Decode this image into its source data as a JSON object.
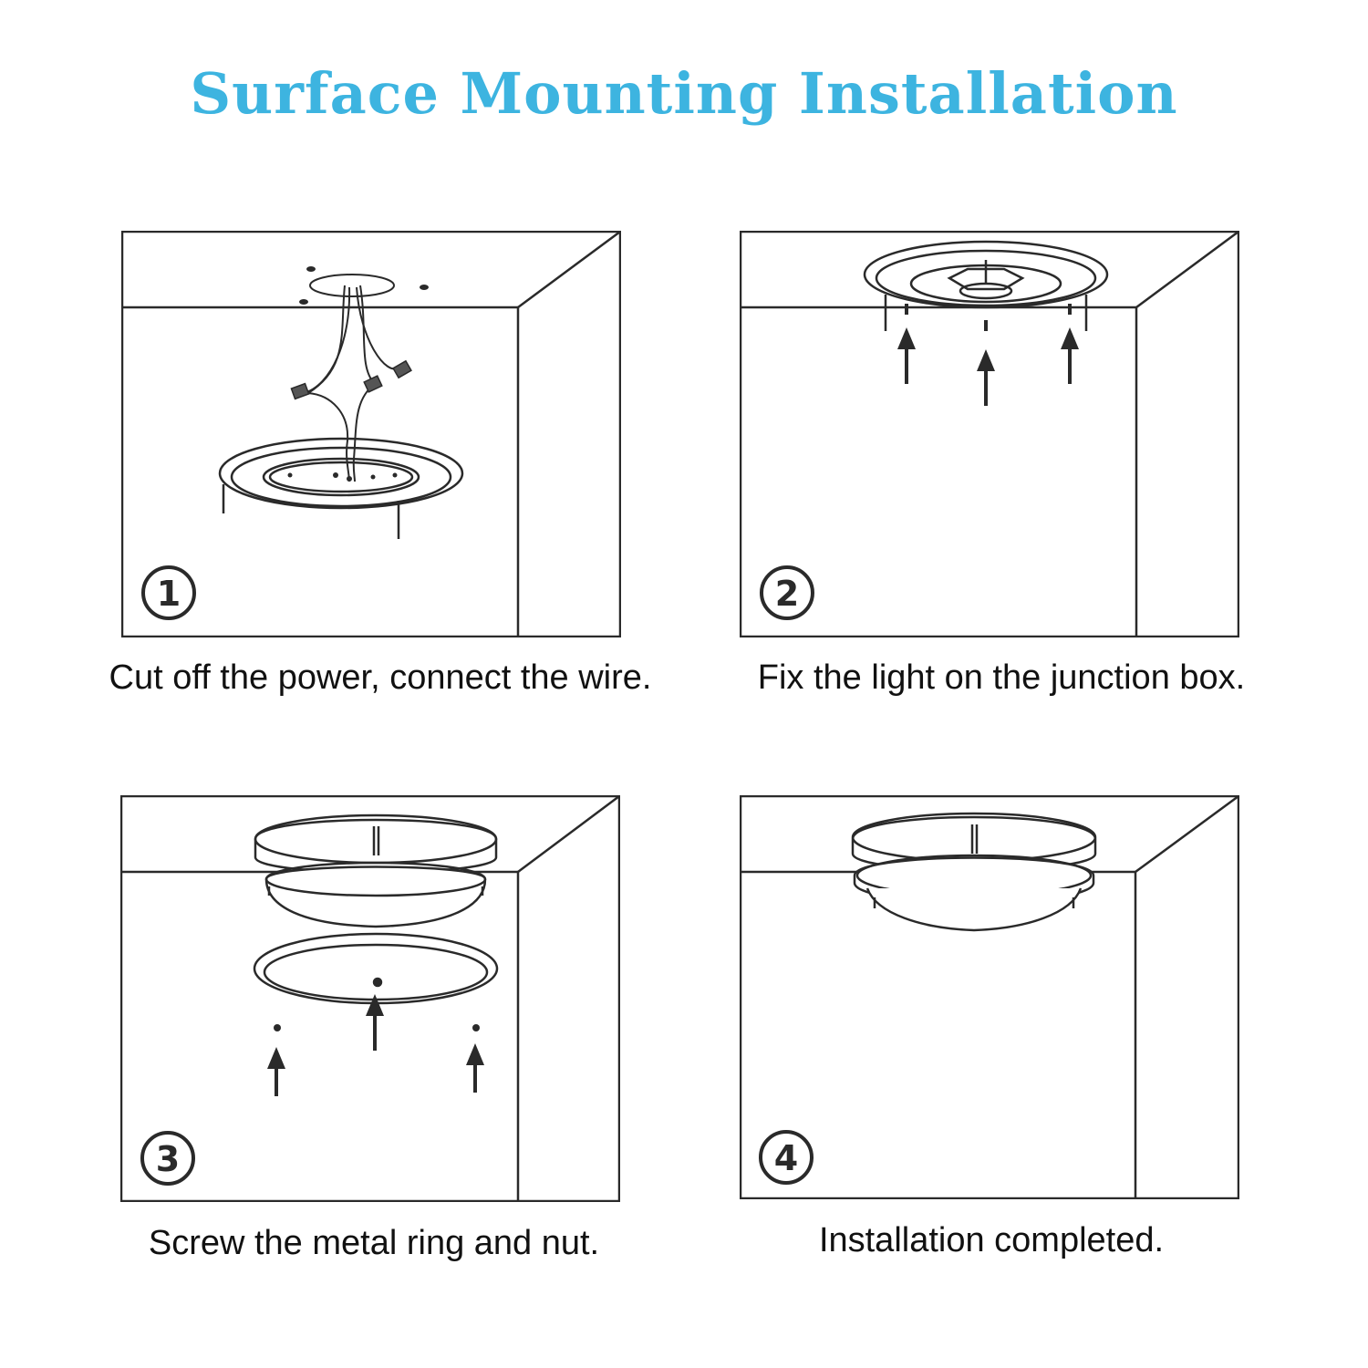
{
  "title": "Surface Mounting Installation",
  "steps": [
    {
      "number": "1",
      "caption": "Cut off the power, connect the wire."
    },
    {
      "number": "2",
      "caption": "Fix the light on the junction box."
    },
    {
      "number": "3",
      "caption": "Screw the metal ring and nut."
    },
    {
      "number": "4",
      "caption": "Installation completed."
    }
  ],
  "colors": {
    "title": "#3db4e0",
    "line": "#2a2a2a",
    "text": "#111111"
  }
}
